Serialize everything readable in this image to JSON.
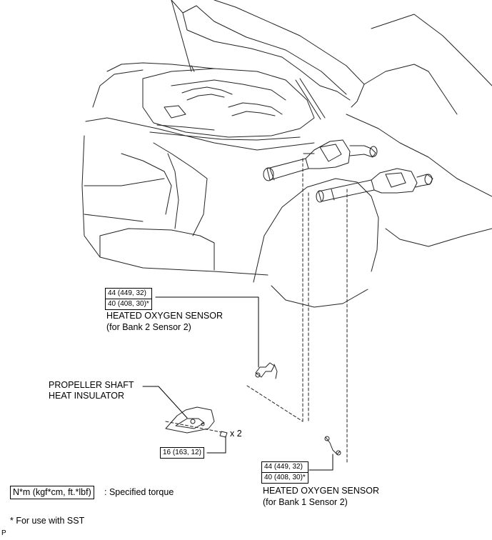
{
  "sensor_bank2": {
    "torque_values": [
      "44 (449, 32)",
      "40 (408, 30)*"
    ],
    "name": "HEATED OXYGEN SENSOR",
    "position": "(for Bank 2 Sensor 2)"
  },
  "sensor_bank1": {
    "torque_values": [
      "44 (449, 32)",
      "40 (408, 30)*"
    ],
    "name": "HEATED OXYGEN SENSOR",
    "position": "(for Bank 1 Sensor 2)"
  },
  "insulator": {
    "name_line1": "PROPELLER SHAFT",
    "name_line2": "HEAT INSULATOR",
    "bolt_count": "x 2",
    "torque": "16 (163, 12)"
  },
  "legend": {
    "unit_box": "N*m (kgf*cm, ft.*lbf)",
    "unit_desc": ": Specified torque",
    "footnote": "* For use with SST"
  },
  "corner_mark": "P"
}
